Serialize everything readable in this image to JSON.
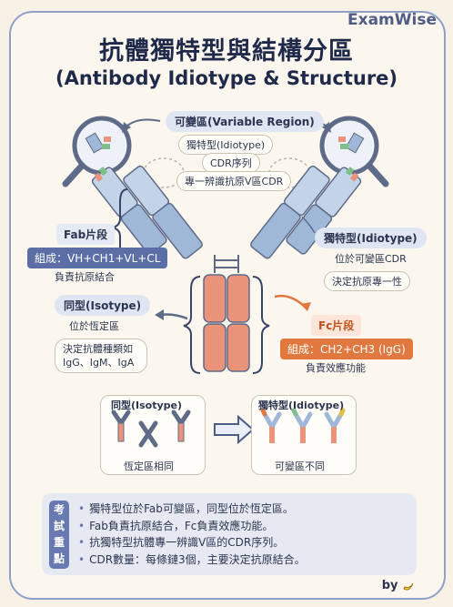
{
  "brand": "ExamWise",
  "title": {
    "zh": "抗體獨特型與結構分區",
    "en": "(Antibody Idiotype & Structure)"
  },
  "variable_region": {
    "label": "可變區(Variable Region)",
    "idiotype": "獨特型(Idiotype)",
    "cdr": "CDR序列",
    "specific": "專一辨識抗原V區CDR"
  },
  "fab": {
    "heading": "Fab片段",
    "composition": "組成：VH+CH1+VL+CL",
    "role": "負責抗原結合"
  },
  "idiotype_right": {
    "heading": "獨特型(Idiotype)",
    "location": "位於可變區CDR",
    "role": "決定抗原專一性"
  },
  "isotype": {
    "heading": "同型(Isotype)",
    "location": "位於恆定區",
    "role_line1": "決定抗體種類如",
    "role_line2": "IgG、IgM、IgA"
  },
  "fc": {
    "heading": "Fc片段",
    "composition": "組成：CH2+CH3 (IgG)",
    "role": "負責效應功能"
  },
  "compare": {
    "left_title": "同型(Isotype)",
    "left_caption": "恆定區相同",
    "right_title": "獨特型(Idiotype)",
    "right_caption": "可變區不同"
  },
  "notes": {
    "tag": [
      "考",
      "試",
      "重",
      "點"
    ],
    "items": [
      "獨特型位於Fab可變區，同型位於恆定區。",
      "Fab負責抗原結合，Fc負責效應功能。",
      "抗獨特型抗體專一辨識V區的CDR序列。",
      "CDR數量：每條鏈3個，主要決定抗原結合。"
    ]
  },
  "byline": "by",
  "colors": {
    "variable_blue": "#9fb8d8",
    "constant_blue": "#7f9cc6",
    "fc_orange": "#e8937a",
    "accent_orange": "#e0783f",
    "heading_blue": "#5b6fa6"
  }
}
